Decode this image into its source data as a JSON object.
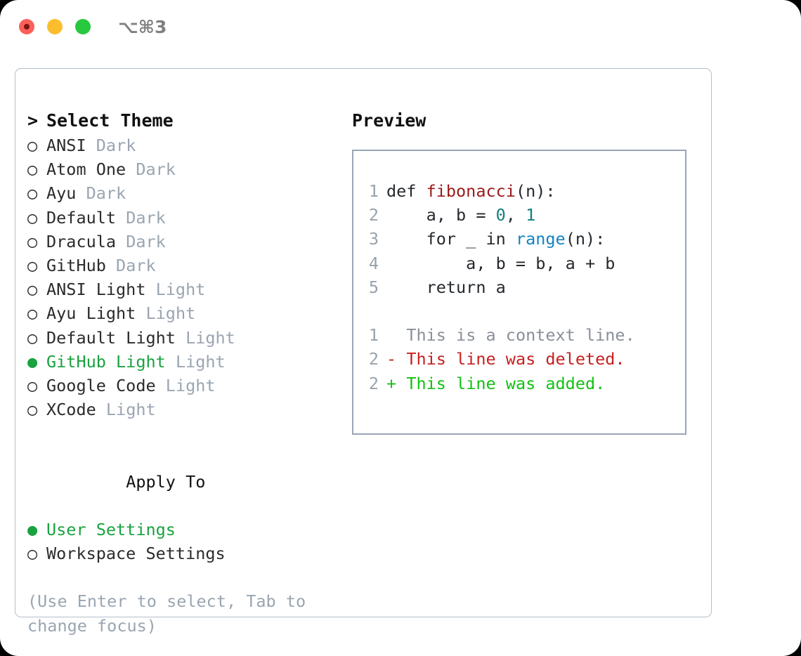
{
  "titlebar": {
    "shortcut": "⌥⌘3",
    "buttons": {
      "close": "close",
      "minimize": "minimize",
      "maximize": "maximize"
    }
  },
  "theme_picker": {
    "heading_prefix": "> ",
    "heading": "Select Theme",
    "bullet_selected": "●",
    "bullet_unselected": "○",
    "items": [
      {
        "bullet": "○",
        "name": "ANSI",
        "tag": "Dark",
        "selected": false
      },
      {
        "bullet": "○",
        "name": "Atom One",
        "tag": "Dark",
        "selected": false
      },
      {
        "bullet": "○",
        "name": "Ayu",
        "tag": "Dark",
        "selected": false
      },
      {
        "bullet": "○",
        "name": "Default",
        "tag": "Dark",
        "selected": false
      },
      {
        "bullet": "○",
        "name": "Dracula",
        "tag": "Dark",
        "selected": false
      },
      {
        "bullet": "○",
        "name": "GitHub",
        "tag": "Dark",
        "selected": false
      },
      {
        "bullet": "○",
        "name": "ANSI Light",
        "tag": "Light",
        "selected": false
      },
      {
        "bullet": "○",
        "name": "Ayu Light",
        "tag": "Light",
        "selected": false
      },
      {
        "bullet": "○",
        "name": "Default Light",
        "tag": "Light",
        "selected": false
      },
      {
        "bullet": "●",
        "name": "GitHub Light",
        "tag": "Light",
        "selected": true
      },
      {
        "bullet": "○",
        "name": "Google Code",
        "tag": "Light",
        "selected": false
      },
      {
        "bullet": "○",
        "name": "XCode",
        "tag": "Light",
        "selected": false
      }
    ]
  },
  "apply_to": {
    "heading": "Apply To",
    "options": [
      {
        "bullet": "●",
        "label": "User Settings",
        "selected": true
      },
      {
        "bullet": "○",
        "label": "Workspace Settings",
        "selected": false
      }
    ]
  },
  "hint": "(Use Enter to select, Tab to change focus)",
  "preview": {
    "title": "Preview",
    "code_lines": [
      {
        "no": "1",
        "parts": [
          {
            "t": "def ",
            "k": "plain"
          },
          {
            "t": "fibonacci",
            "k": "fn"
          },
          {
            "t": "(n):",
            "k": "plain"
          }
        ]
      },
      {
        "no": "2",
        "parts": [
          {
            "t": "    a, b = ",
            "k": "plain"
          },
          {
            "t": "0",
            "k": "num"
          },
          {
            "t": ", ",
            "k": "plain"
          },
          {
            "t": "1",
            "k": "num"
          }
        ]
      },
      {
        "no": "3",
        "parts": [
          {
            "t": "    for _ in ",
            "k": "plain"
          },
          {
            "t": "range",
            "k": "call"
          },
          {
            "t": "(n):",
            "k": "plain"
          }
        ]
      },
      {
        "no": "4",
        "parts": [
          {
            "t": "        a, b = b, a + b",
            "k": "plain"
          }
        ]
      },
      {
        "no": "5",
        "parts": [
          {
            "t": "    return a",
            "k": "plain"
          }
        ]
      }
    ],
    "diff_lines": [
      {
        "no": "1",
        "marker": " ",
        "text": "This is a context line.",
        "kind": "ctx"
      },
      {
        "no": "2",
        "marker": "-",
        "text": "This line was deleted.",
        "kind": "del"
      },
      {
        "no": "2",
        "marker": "+",
        "text": "This line was added.",
        "kind": "add"
      }
    ]
  },
  "colors": {
    "accent_green": "#19a23f",
    "diff_add": "#13c113",
    "diff_del": "#c62020",
    "muted": "#9aa5b1",
    "border": "#98a6b5",
    "fn": "#9c1a1a",
    "num": "#12807c",
    "call": "#1283c3"
  }
}
